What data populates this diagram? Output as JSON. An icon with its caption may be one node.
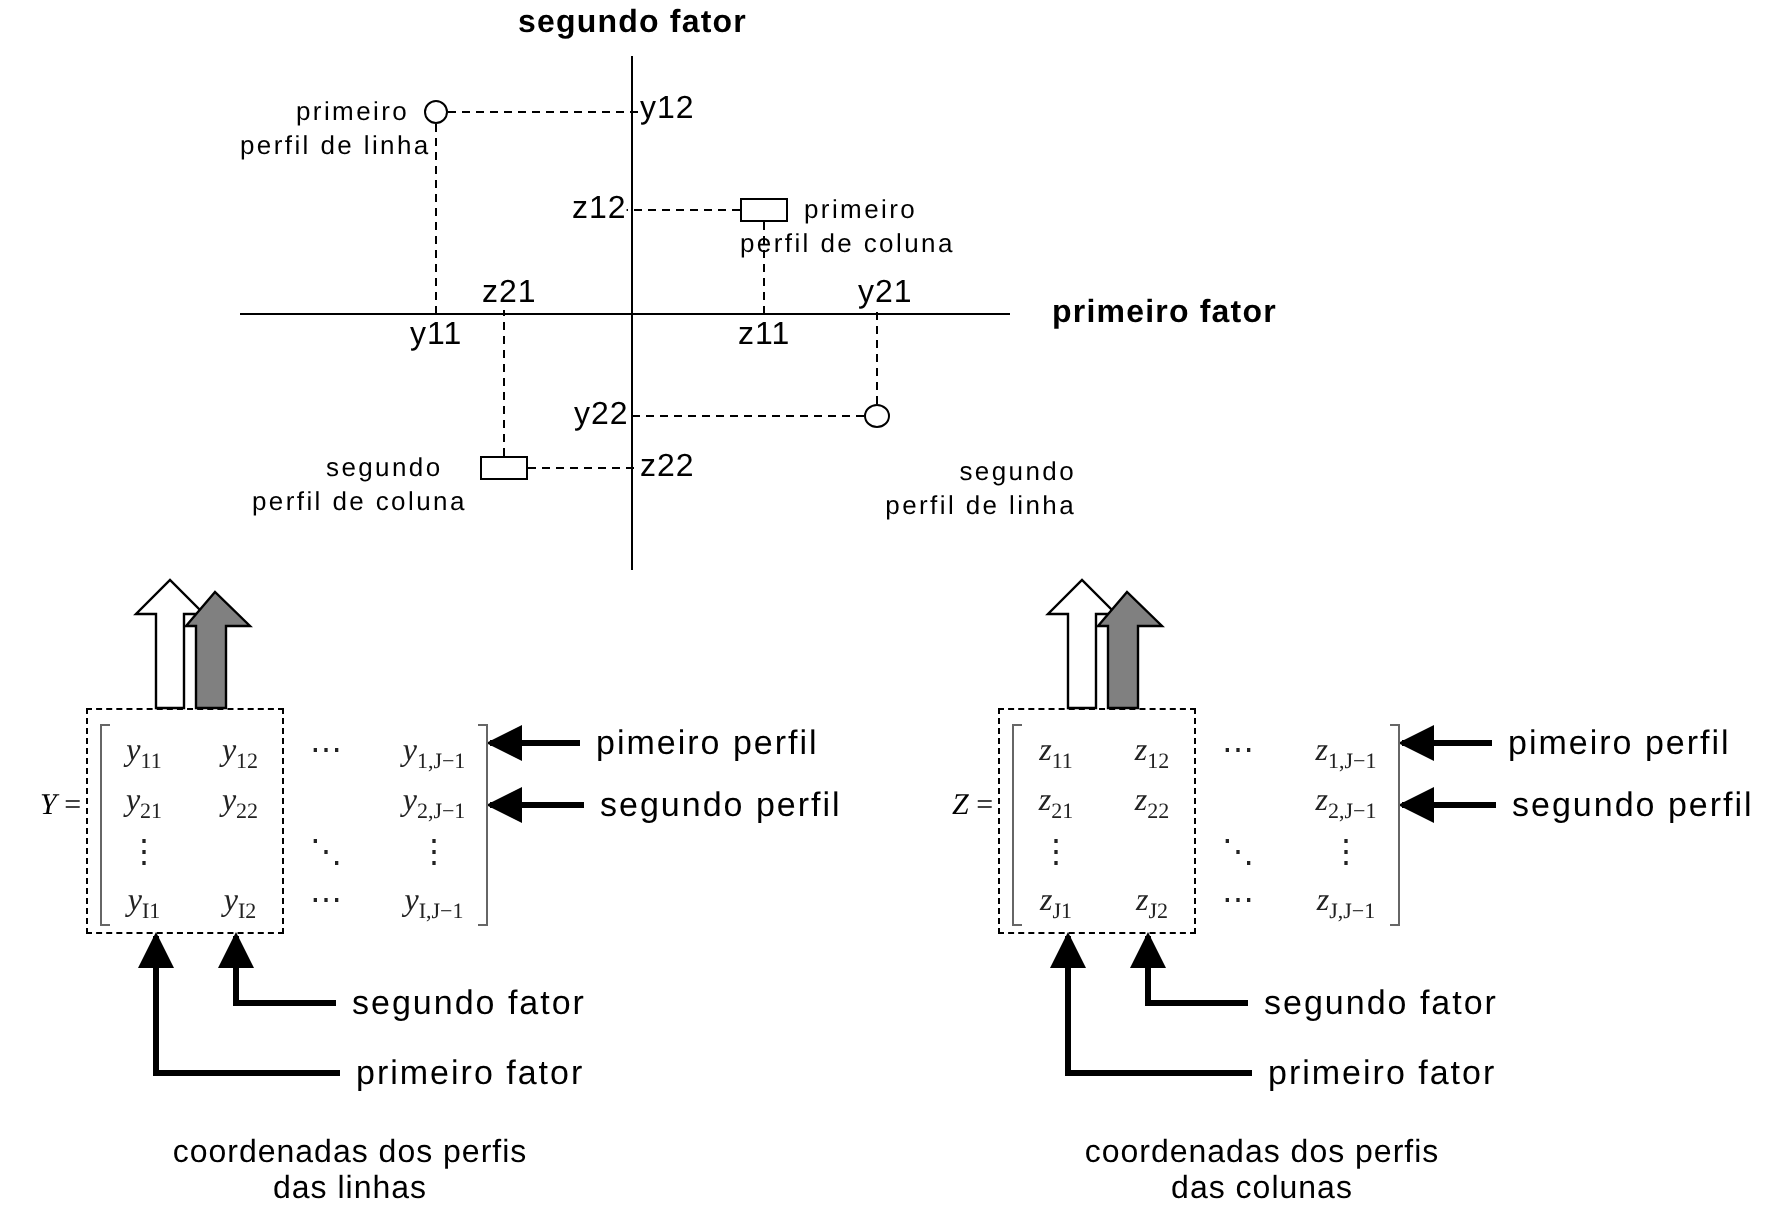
{
  "diagram": {
    "nodes": [
      {
        "text": [],
        "shape": "circle",
        "beside": [
          "primeiro perfil de linha"
        ]
      },
      {
        "text": [
          "y12"
        ]
      },
      {
        "text": [
          "z12"
        ]
      },
      {
        "text": [],
        "shape": "box",
        "beside": [
          "primeiro perfil de coluna"
        ]
      },
      {
        "text": [
          "z21"
        ]
      },
      {
        "text": [
          "y21"
        ]
      },
      {
        "text": [
          "y11"
        ]
      },
      {
        "text": [
          "z11"
        ]
      },
      {
        "text": [
          "y22"
        ]
      },
      {
        "text": [],
        "shape": "circle",
        "beside": [
          "segundo perfil de linha"
        ]
      },
      {
        "text": [],
        "shape": "box",
        "beside": [
          "segundo perfil de coluna"
        ]
      },
      {
        "text": [
          "z22"
        ]
      },
      {
        "text": [],
        "shape": "bracket"
      },
      {
        "text": [],
        "shape": "box"
      },
      {
        "text": [
          "pimeiro perfil"
        ]
      },
      {
        "text": [
          "segundo perfil"
        ]
      },
      {
        "text": [
          "segundo fator"
        ]
      },
      {
        "text": [
          "primeiro fator"
        ]
      },
      {
        "text": [],
        "shape": "bracket"
      },
      {
        "text": [],
        "shape": "box"
      },
      {
        "text": [
          "pimeiro perfil"
        ]
      },
      {
        "text": [
          "segundo perfil"
        ]
      },
      {
        "text": [
          "segundo fator"
        ]
      },
      {
        "text": [
          "primeiro fator"
        ]
      }
    ],
    "edges": [
      {
        "from": 0,
        "to": 1,
        "arrow": "none",
        "style": "dashed"
      },
      {
        "from": 0,
        "to": 6,
        "arrow": "none",
        "style": "dashed"
      },
      {
        "from": 3,
        "to": 2,
        "arrow": "none",
        "style": "dashed"
      },
      {
        "from": 3,
        "to": 7,
        "arrow": "none",
        "style": "dashed"
      },
      {
        "from": 10,
        "to": 4,
        "arrow": "none",
        "style": "dashed"
      },
      {
        "from": 10,
        "to": 11,
        "arrow": "none",
        "style": "dashed"
      },
      {
        "from": 9,
        "to": 5,
        "arrow": "none",
        "style": "dashed"
      },
      {
        "from": 9,
        "to": 8,
        "arrow": "none",
        "style": "dashed"
      },
      {
        "from": 13,
        "to": null,
        "arrow": "to",
        "style": "thick"
      },
      {
        "from": 13,
        "to": null,
        "arrow": "to",
        "style": "thick",
        "color": "#808080"
      },
      {
        "from": 14,
        "to": 12,
        "arrow": "to",
        "style": "thick"
      },
      {
        "from": 15,
        "to": 12,
        "arrow": "to",
        "style": "thick"
      },
      {
        "from": 16,
        "to": 13,
        "arrow": "to",
        "style": "thick"
      },
      {
        "from": 17,
        "to": 13,
        "arrow": "to",
        "style": "thick"
      },
      {
        "from": 19,
        "to": null,
        "arrow": "to",
        "style": "thick"
      },
      {
        "from": 19,
        "to": null,
        "arrow": "to",
        "style": "thick",
        "color": "#808080"
      },
      {
        "from": 20,
        "to": 18,
        "arrow": "to",
        "style": "thick"
      },
      {
        "from": 21,
        "to": 18,
        "arrow": "to",
        "style": "thick"
      },
      {
        "from": 22,
        "to": 19,
        "arrow": "to",
        "style": "thick"
      },
      {
        "from": 23,
        "to": 19,
        "arrow": "to",
        "style": "thick"
      }
    ],
    "labels": [
      "segundo fator",
      "primeiro fator",
      "*Y* =",
      "*y*$_{11}$",
      "*y*$_{12}$",
      "⋯",
      "*y*$_{1,J−1}$",
      "*y*$_{21}$",
      "*y*$_{22}$",
      "*y*$_{2,J−1}$",
      "⋮",
      "⋱",
      "⋮",
      "*y*$_{I1}$",
      "*y*$_{I2}$",
      "⋯",
      "*y*$_{I,J−1}$",
      "coordenadas dos perfis das linhas",
      "*Z* =",
      "*z*$_{11}$",
      "*z*$_{12}$",
      "⋯",
      "*z*$_{1,J−1}$",
      "*z*$_{21}$",
      "*z*$_{22}$",
      "*z*$_{2,J−1}$",
      "⋮",
      "⋱",
      "⋮",
      "*z*$_{J1}$",
      "*z*$_{J2}$",
      "⋯",
      "*z*$_{J,J−1}$",
      "coordenadas dos perfis das colunas"
    ]
  }
}
